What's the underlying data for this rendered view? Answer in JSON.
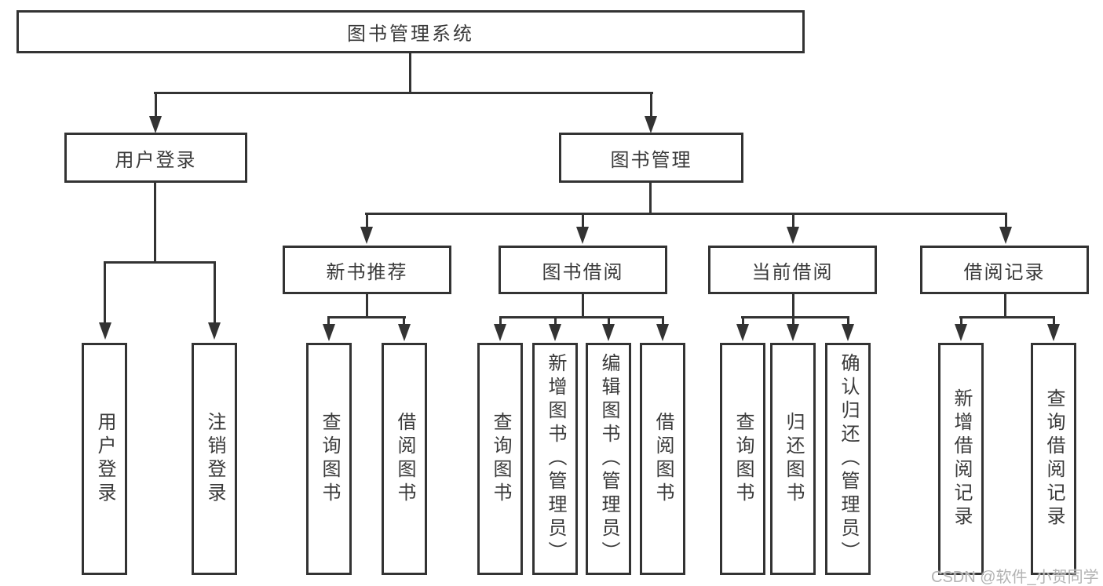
{
  "nodes": {
    "root": "图书管理系统",
    "login_group": "用户登录",
    "management_group": "图书管理",
    "recommend": "新书推荐",
    "borrow": "图书借阅",
    "current": "当前借阅",
    "records": "借阅记录"
  },
  "leaves": [
    "用户登录",
    "注销登录",
    "查询图书",
    "借阅图书",
    "查询图书",
    "新增图书（管理员）",
    "编辑图书（管理员）",
    "借阅图书",
    "查询图书",
    "归还图书",
    "确认归还（管理员）",
    "新增借阅记录",
    "查询借阅记录"
  ],
  "watermark": {
    "text": "CSDN @软件_小贺同学"
  },
  "colors": {
    "line": "#333333",
    "box_fill": "#ffffff",
    "text": "#3a3a3a",
    "watermark": "#b3b3b3"
  }
}
